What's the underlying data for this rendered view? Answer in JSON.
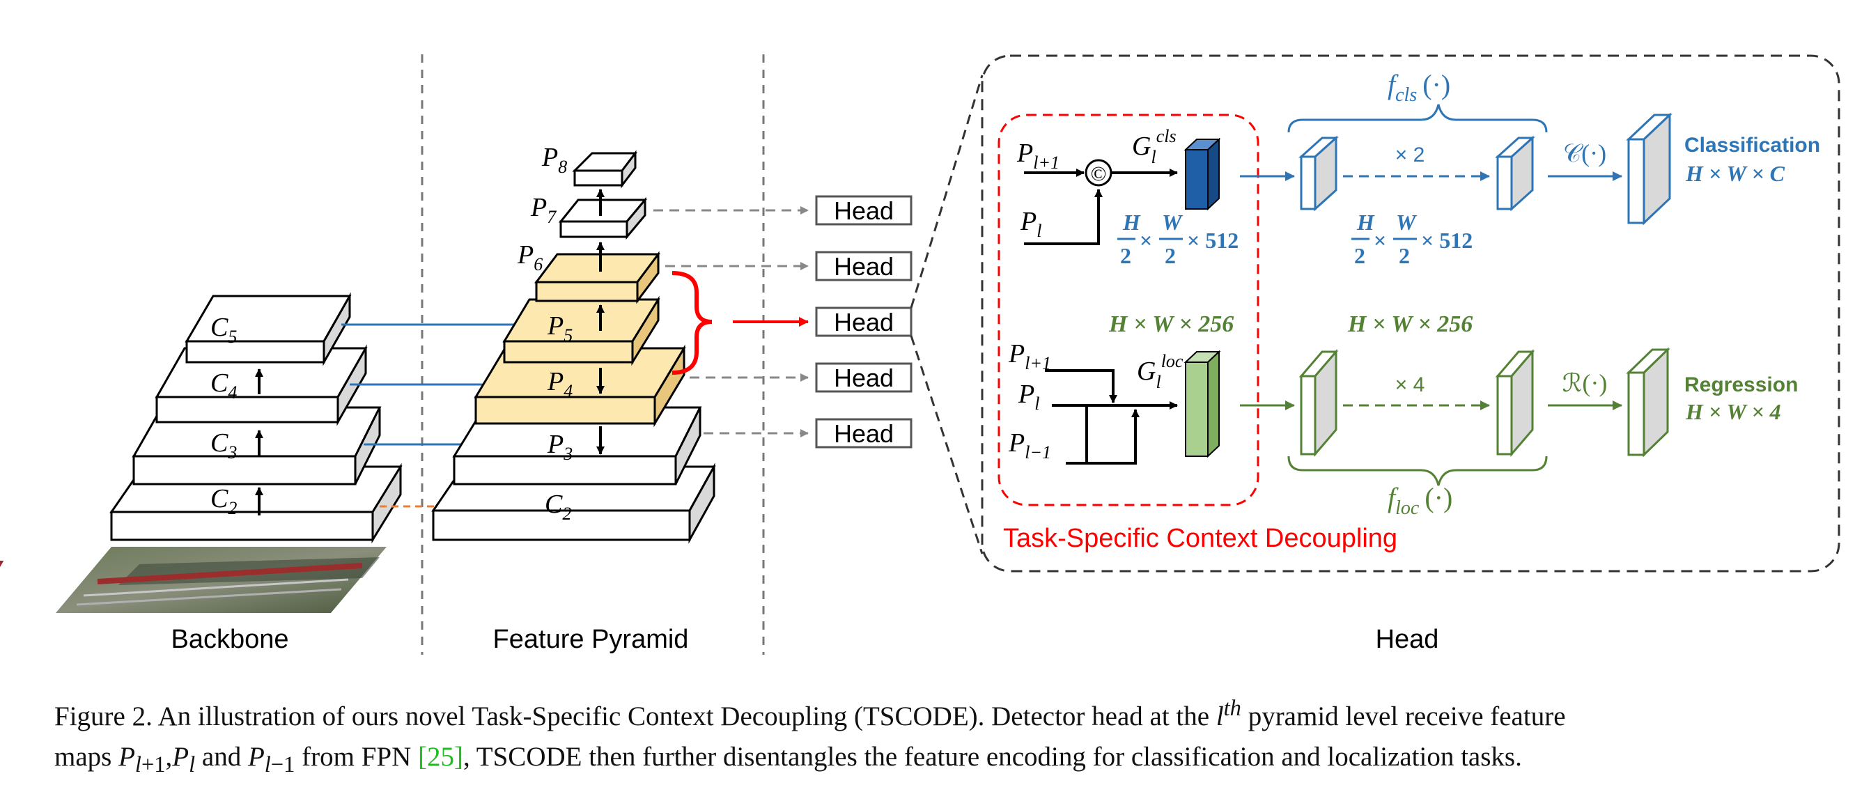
{
  "sections": {
    "backbone": "Backbone",
    "feature_pyramid": "Feature Pyramid",
    "head": "Head"
  },
  "backbone_levels": [
    {
      "base": "C",
      "sub": "5"
    },
    {
      "base": "C",
      "sub": "4"
    },
    {
      "base": "C",
      "sub": "3"
    },
    {
      "base": "C",
      "sub": "2"
    }
  ],
  "pyramid_levels": [
    {
      "base": "P",
      "sub": "8"
    },
    {
      "base": "P",
      "sub": "7"
    },
    {
      "base": "P",
      "sub": "6"
    },
    {
      "base": "P",
      "sub": "5"
    },
    {
      "base": "P",
      "sub": "4"
    },
    {
      "base": "P",
      "sub": "3"
    },
    {
      "base": "C",
      "sub": "2"
    }
  ],
  "head_boxes": [
    "Head",
    "Head",
    "Head",
    "Head",
    "Head"
  ],
  "decoupling": {
    "title": "Task-Specific Context Decoupling",
    "cls_inputs": [
      "P",
      "l+1",
      "P",
      "l"
    ],
    "cls_feature": {
      "base": "G",
      "sub": "l",
      "sup": "cls"
    },
    "cls_dims": "H/2 × W/2 × 512",
    "loc_inputs": [
      "P",
      "l+1",
      "P",
      "l",
      "P",
      "l−1"
    ],
    "loc_feature": {
      "base": "G",
      "sub": "l",
      "sup": "loc"
    },
    "loc_dims": "H × W × 256",
    "concat_symbol": "©"
  },
  "cls_branch": {
    "func": {
      "base": "f",
      "sub": "cls",
      "arg": "(·)"
    },
    "repeat": "× 2",
    "dims": "H/2 × W/2 × 512",
    "op": "𝒞(·)",
    "output_label": "Classification",
    "output_dims": "H × W × C"
  },
  "loc_branch": {
    "func": {
      "base": "f",
      "sub": "loc",
      "arg": "(·)"
    },
    "repeat": "× 4",
    "dims": "H × W × 256",
    "op": "ℛ(·)",
    "output_label": "Regression",
    "output_dims": "H × W × 4"
  },
  "caption": {
    "prefix": "Figure 2.",
    "line1": "An illustration of ours novel Task-Specific Context Decoupling (TSCODE). Detector head at the",
    "superscript_var": "l",
    "superscript": "th",
    "line1_end": "pyramid level receive feature",
    "line2_start": "maps",
    "line2_mid": "from FPN",
    "ref": "[25]",
    "line2_end": ", TSCODE then further disentangles the feature encoding for classification and localization tasks."
  },
  "colors": {
    "blue": "#2e75b6",
    "green": "#548235",
    "red": "#ff0000",
    "yellow": "#fde9b0",
    "gray_dash": "#888888",
    "orange": "#ed7d31",
    "cls_block": "#1f5fa8",
    "loc_block": "#a9d08e"
  }
}
